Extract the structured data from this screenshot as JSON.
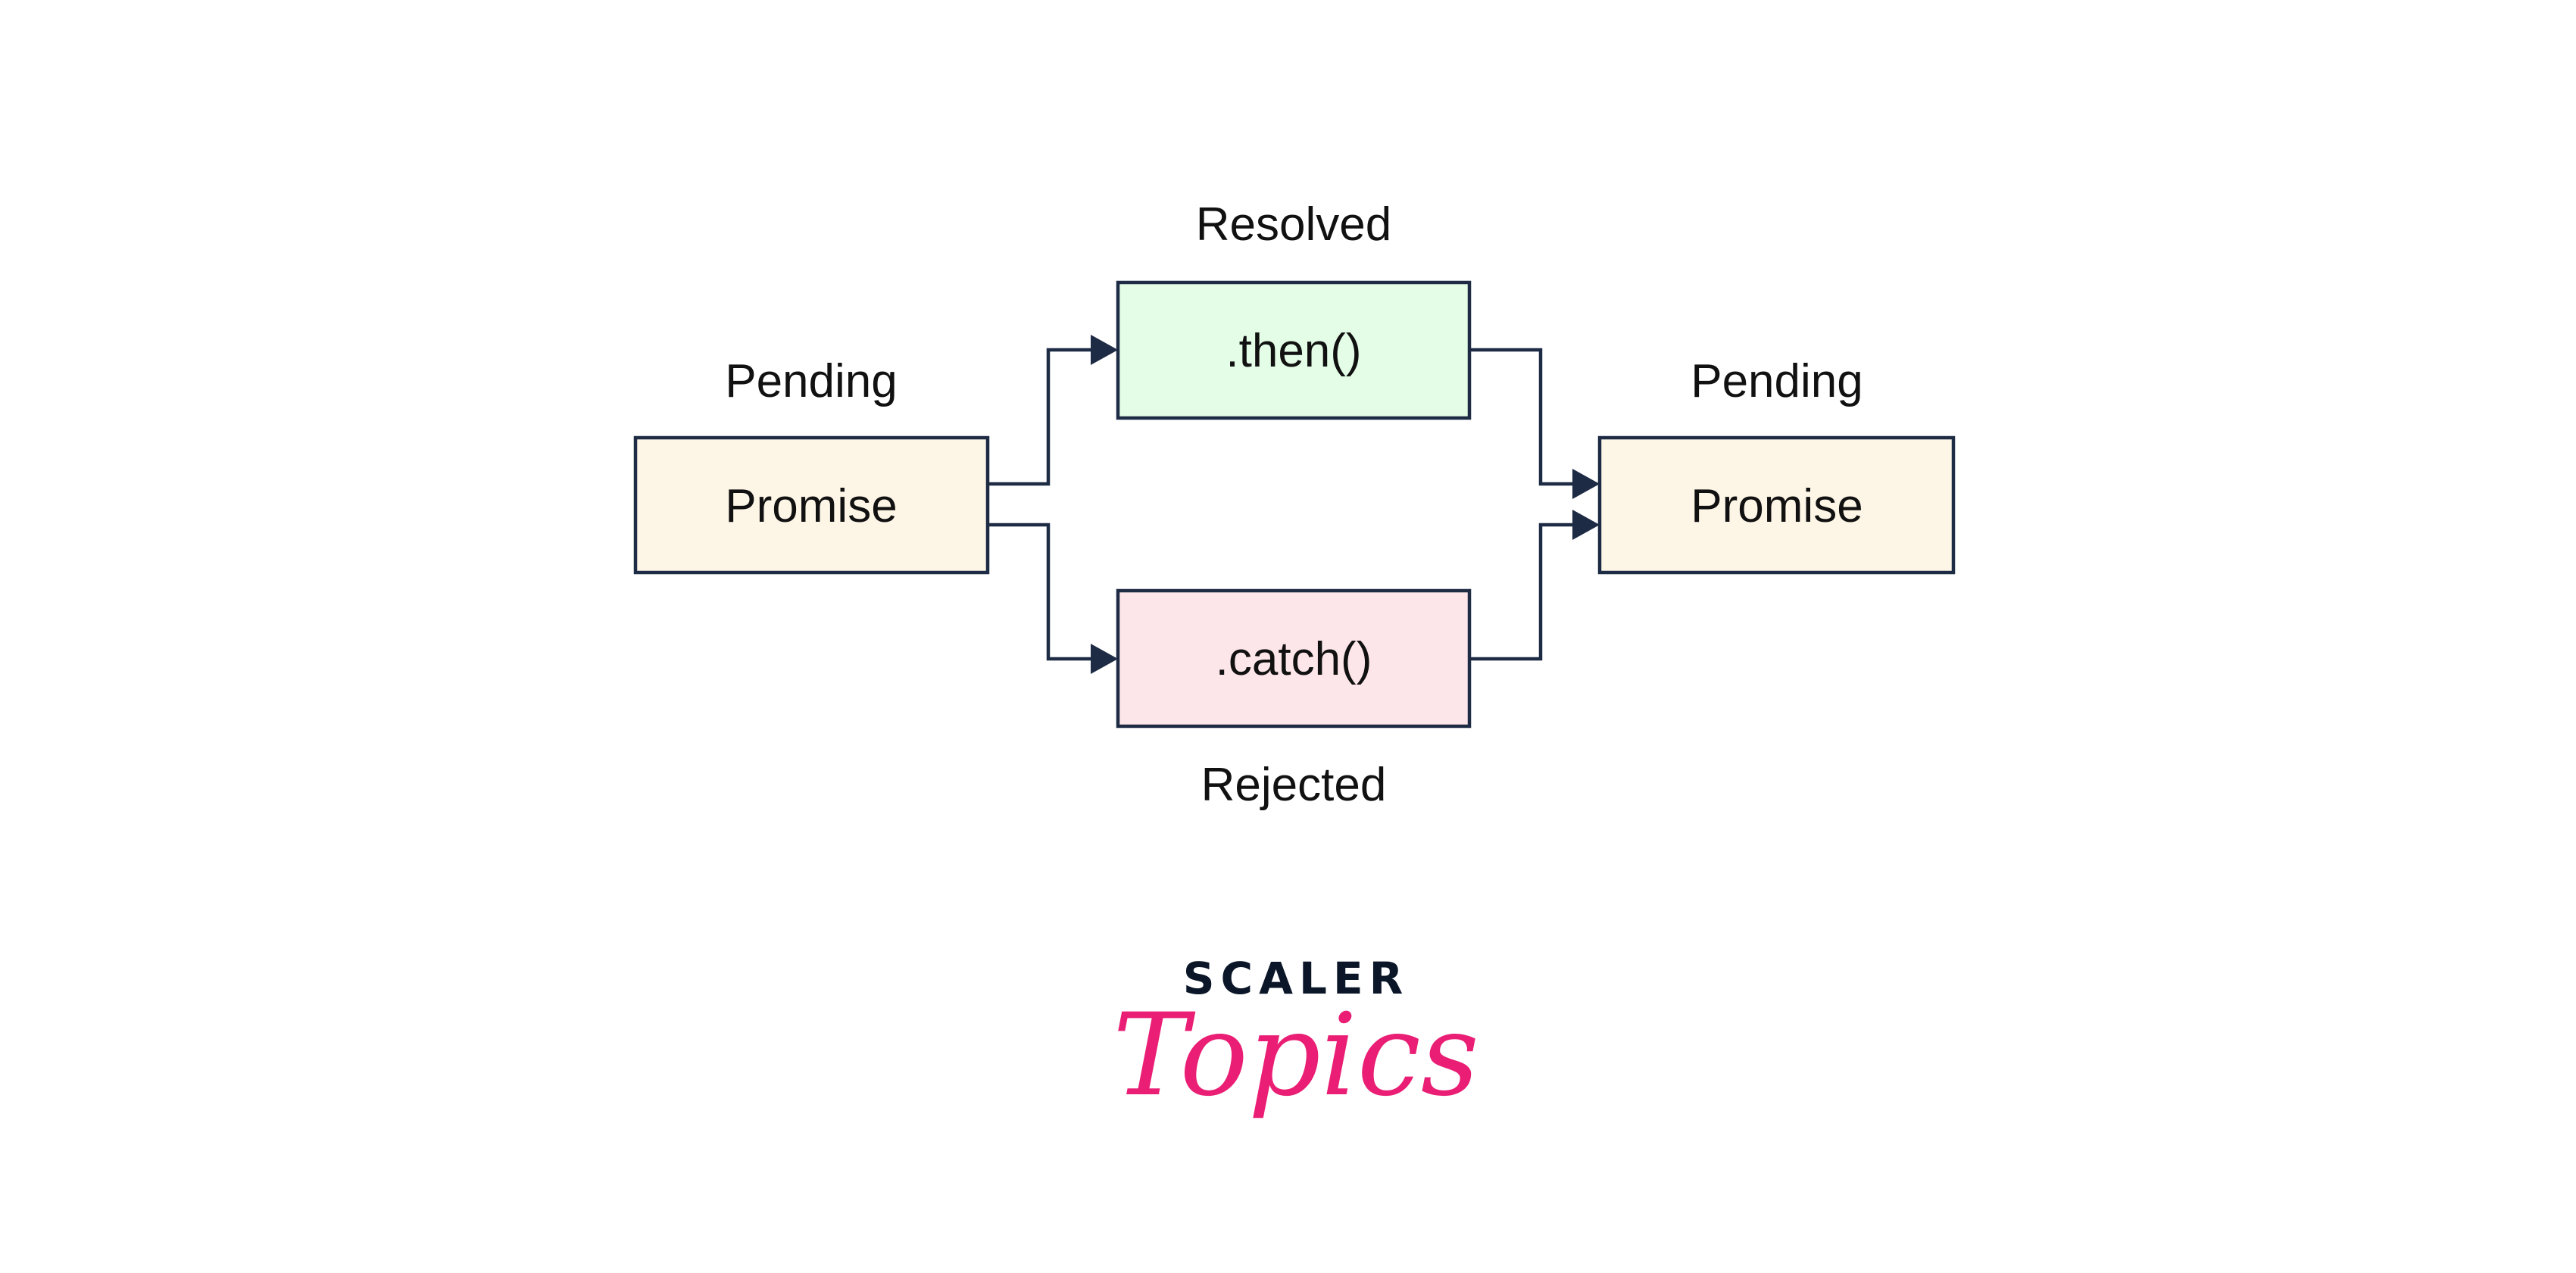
{
  "diagram": {
    "nodes": {
      "source_promise": {
        "label": "Promise",
        "state": "Pending",
        "fill": "#fdf5e6"
      },
      "then": {
        "label": ".then()",
        "state": "Resolved",
        "fill": "#e3fde6"
      },
      "catch": {
        "label": ".catch()",
        "state": "Rejected",
        "fill": "#fde6e9"
      },
      "result_promise": {
        "label": "Promise",
        "state": "Pending",
        "fill": "#fdf5e6"
      }
    },
    "edges": [
      {
        "from": "source_promise",
        "to": "then"
      },
      {
        "from": "source_promise",
        "to": "catch"
      },
      {
        "from": "then",
        "to": "result_promise"
      },
      {
        "from": "catch",
        "to": "result_promise"
      }
    ],
    "stroke_color": "#1e2b45"
  },
  "logo": {
    "line1": "SCALER",
    "line2": "Topics",
    "dark": "#0b1628",
    "accent": "#e91e74"
  }
}
